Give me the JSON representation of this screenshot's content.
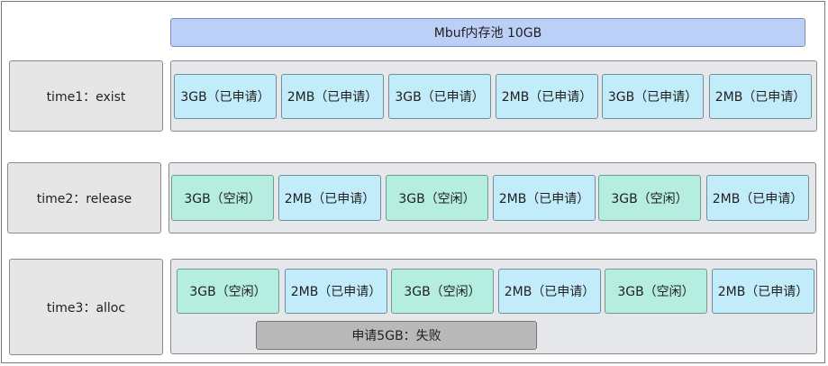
{
  "pool": {
    "label": "Mbuf内存池 10GB"
  },
  "rows": [
    {
      "label": "time1：exist",
      "blocks": [
        {
          "text": "3GB（已申请）",
          "state": "used"
        },
        {
          "text": "2MB（已申请）",
          "state": "used"
        },
        {
          "text": "3GB（已申请）",
          "state": "used"
        },
        {
          "text": "2MB（已申请）",
          "state": "used"
        },
        {
          "text": "3GB（已申请）",
          "state": "used"
        },
        {
          "text": "2MB（已申请）",
          "state": "used"
        }
      ]
    },
    {
      "label": "time2：release",
      "blocks": [
        {
          "text": "3GB（空闲）",
          "state": "free"
        },
        {
          "text": "2MB（已申请）",
          "state": "used"
        },
        {
          "text": "3GB（空闲）",
          "state": "free"
        },
        {
          "text": "2MB（已申请）",
          "state": "used"
        },
        {
          "text": "3GB（空闲）",
          "state": "free"
        },
        {
          "text": "2MB（已申请）",
          "state": "used"
        }
      ]
    },
    {
      "label": "time3：alloc",
      "blocks": [
        {
          "text": "3GB（空闲）",
          "state": "free"
        },
        {
          "text": "2MB（已申请）",
          "state": "used"
        },
        {
          "text": "3GB（空闲）",
          "state": "free"
        },
        {
          "text": "2MB（已申请）",
          "state": "used"
        },
        {
          "text": "3GB（空闲）",
          "state": "free"
        },
        {
          "text": "2MB（已申请）",
          "state": "used"
        }
      ],
      "failure": "申请5GB：失败"
    }
  ]
}
